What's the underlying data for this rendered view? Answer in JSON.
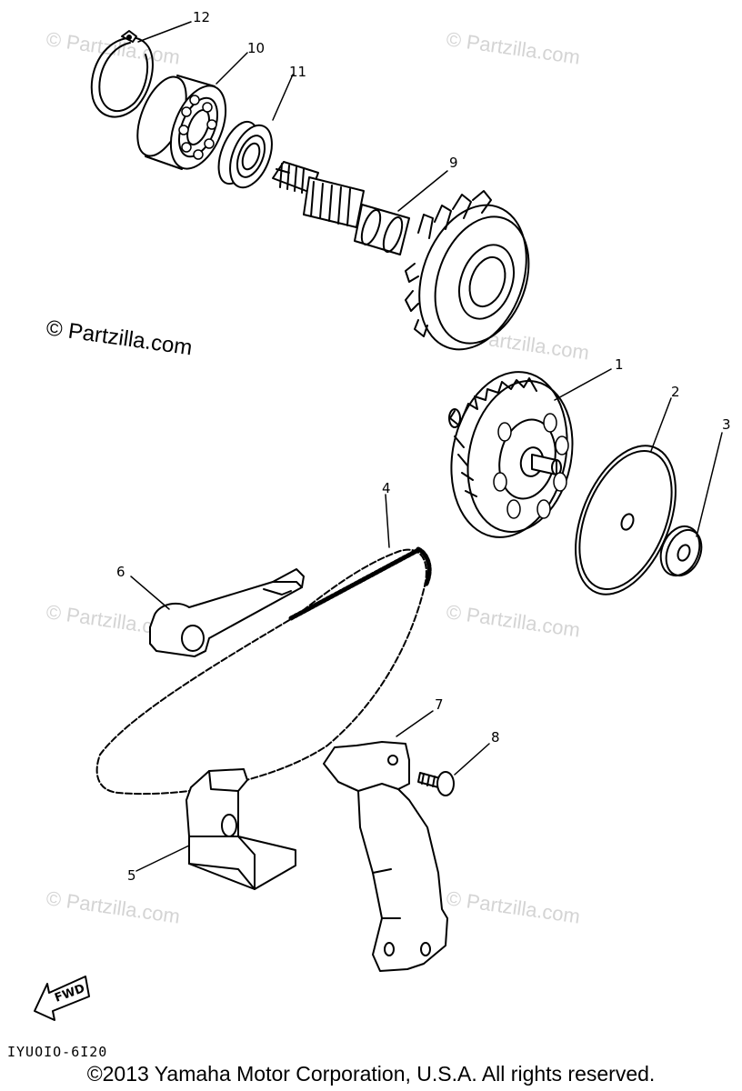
{
  "callouts": [
    "1",
    "2",
    "3",
    "4",
    "5",
    "6",
    "7",
    "8",
    "9",
    "10",
    "11",
    "12"
  ],
  "watermark": "© Partzilla.com",
  "fwd_label": "FWD",
  "diagram_code": "IYUOIO-6I20",
  "copyright": "©2013  Yamaha Motor Corporation, U.S.A. All rights reserved.",
  "colors": {
    "line": "#000000",
    "watermark": "#d4d4d4",
    "background": "#ffffff"
  }
}
